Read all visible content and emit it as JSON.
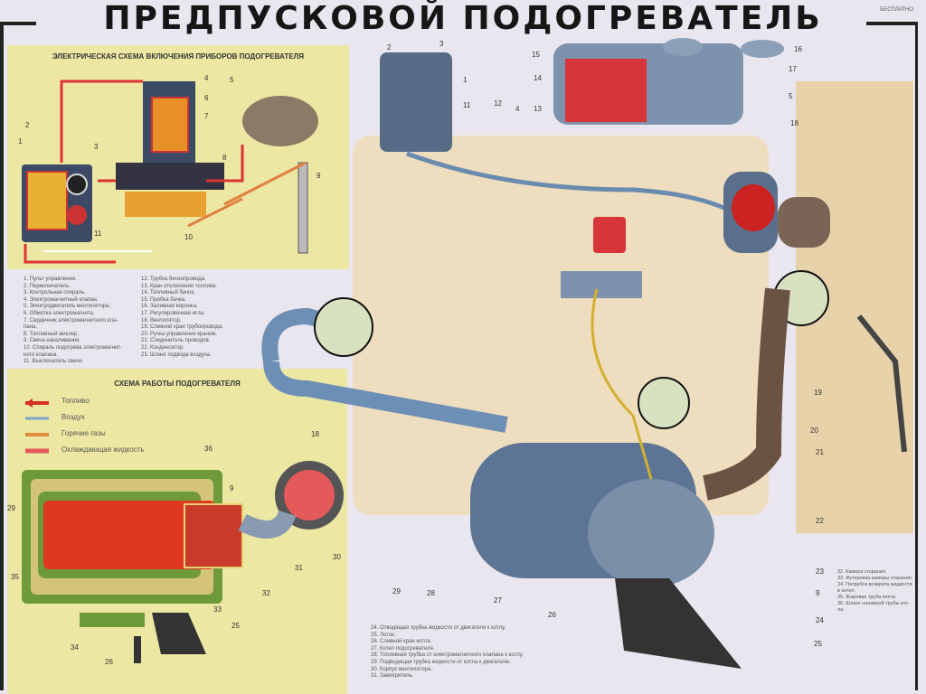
{
  "header": {
    "title": "ПРЕДПУСКОВОЙ ПОДОГРЕВАТЕЛЬ",
    "free_label": "БЕСПЛАТНО"
  },
  "electrical_scheme": {
    "title": "ЭЛЕКТРИЧЕСКАЯ СХЕМА ВКЛЮЧЕНИЯ ПРИБОРОВ ПОДОГРЕВАТЕЛЯ"
  },
  "work_scheme": {
    "title": "СХЕМА РАБОТЫ ПОДОГРЕВАТЕЛЯ",
    "legend": [
      {
        "label": "Топливо",
        "color": "#d83020"
      },
      {
        "label": "Воздух",
        "color": "#7fa6c4"
      },
      {
        "label": "Горячие газы",
        "color": "#e08a40"
      },
      {
        "label": "Охлаждающая жидкость",
        "color": "#e45a5a"
      }
    ]
  },
  "parts_list_1": [
    "1. Пульт управления.",
    "2. Переключатель.",
    "3. Контрольная спираль.",
    "4. Электромагнитный клапан.",
    "5. Электродвигатель вентилятора.",
    "6. Обмотка электромагнита.",
    "7. Сердечник электромагнитного кла-",
    "пана.",
    "8. Топливный жиклер.",
    "9. Свеча накаливания.",
    "10. Спираль подогрева электромагнит-",
    "ного клапана.",
    "11. Выключатель свечи."
  ],
  "parts_list_2": [
    "12. Трубка бензопровода.",
    "13. Кран отключения топлива.",
    "14. Топливный бачок.",
    "15. Пробка бачка.",
    "16. Заливная воронка.",
    "17. Регулировочная игла.",
    "18. Вентилятор.",
    "19. Сливной кран трубопровода.",
    "20. Ручка управления краном.",
    "21. Соединитель проводов.",
    "22. Конденсатор.",
    "23. Шланг подвода воздуха."
  ],
  "parts_list_3": [
    "24. Отводящая трубка жидкости от двигателя к котлу.",
    "25. Лоток.",
    "26. Сливной кран котла.",
    "27. Котел подогревателя.",
    "28. Топливная трубка от электромагнитного клапана к котлу.",
    "29. Подводящая трубка жидкости от котла к двигателю.",
    "30. Корпус вентилятора.",
    "31. Завихритель."
  ],
  "parts_list_4": [
    "32. Камера сгорания.",
    "33. Футеровка камеры сгорания.",
    "34. Патрубок возврата жидкости",
    "в котел.",
    "35. Жаровая труба котла.",
    "36. Шланг наливной трубы кот-",
    "ла."
  ],
  "callouts": {
    "c1": "1",
    "c2": "2",
    "c3": "3",
    "c4": "4",
    "c5": "5",
    "c11": "11",
    "c12": "12",
    "c13": "13",
    "c14": "14",
    "c15": "15",
    "c16": "16",
    "c17": "17",
    "c18": "18",
    "c19": "19",
    "c20": "20",
    "c21": "21",
    "c22": "22",
    "c23": "23",
    "c24": "24",
    "c25": "25",
    "c26": "26",
    "c27": "27",
    "c28": "28",
    "c29": "29",
    "c9": "9",
    "s18": "18",
    "s30": "30",
    "s31": "31",
    "s32": "32",
    "s33": "33",
    "s34": "34",
    "s35": "35",
    "s36": "36",
    "s25": "25",
    "s26": "26",
    "s9": "9",
    "s29": "29",
    "e1": "1",
    "e2": "2",
    "e3": "3",
    "e4": "4",
    "e5": "5",
    "e6": "6",
    "e7": "7",
    "e8": "8",
    "e9": "9",
    "e10": "10",
    "e11": "11"
  }
}
